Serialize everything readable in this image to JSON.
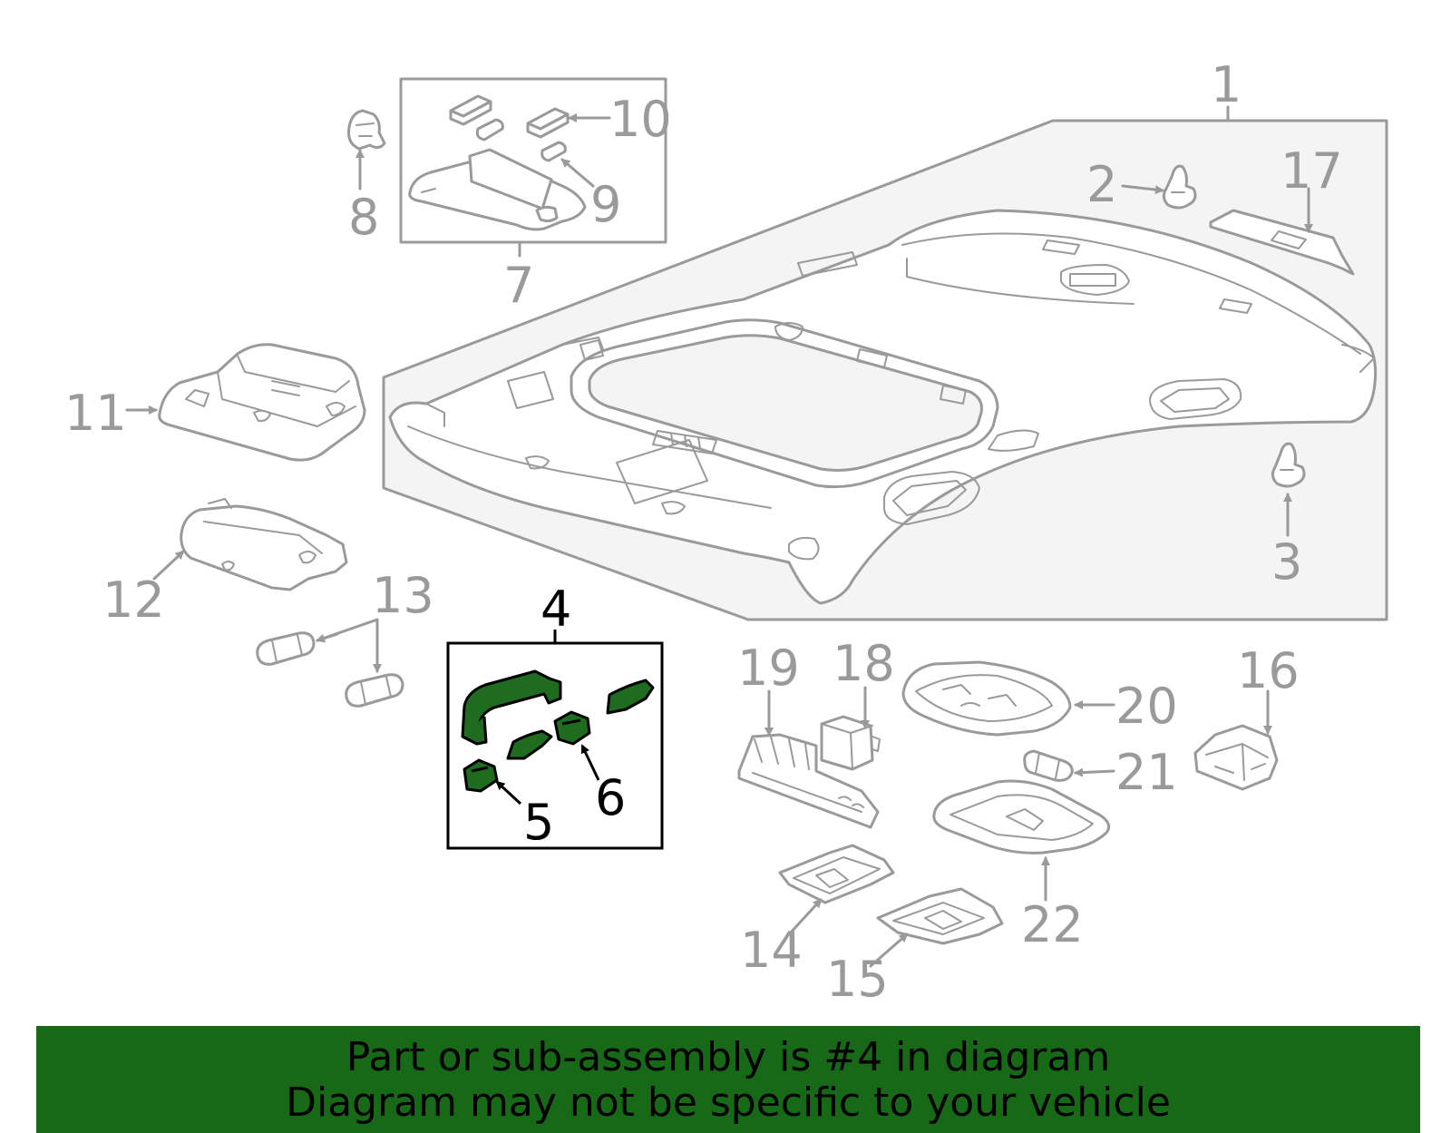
{
  "banner": {
    "line1": "Part or sub-assembly is #4 in diagram",
    "line2": "Diagram may not be specific to your vehicle"
  },
  "colors": {
    "line": "#9a9a9a",
    "selected_part": "#1f6b1f",
    "banner_bg": "#176917",
    "selected_label": "#000000"
  },
  "selected_part": "4",
  "callouts": {
    "c1": "1",
    "c2": "2",
    "c3": "3",
    "c4": "4",
    "c5": "5",
    "c6": "6",
    "c7": "7",
    "c8": "8",
    "c9": "9",
    "c10": "10",
    "c11": "11",
    "c12": "12",
    "c13": "13",
    "c14": "14",
    "c15": "15",
    "c16": "16",
    "c17": "17",
    "c18": "18",
    "c19": "19",
    "c20": "20",
    "c21": "21",
    "c22": "22"
  }
}
